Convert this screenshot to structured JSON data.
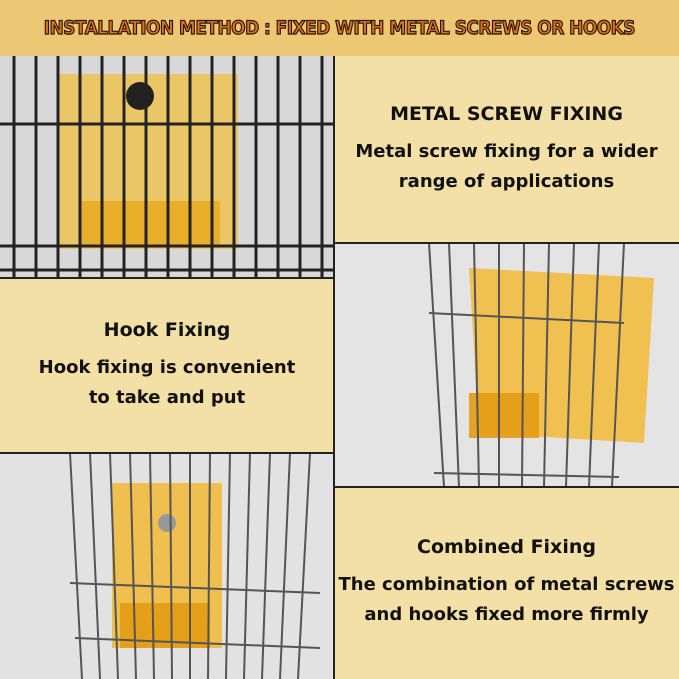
{
  "header": {
    "title": "INSTALLATION METHOD : FIXED WITH METAL SCREWS OR HOOKS"
  },
  "sections": [
    {
      "heading": "METAL SCREW FIXING",
      "lines": [
        "Metal screw fixing for a wider",
        "range of applications"
      ]
    },
    {
      "heading": "Hook Fixing",
      "lines": [
        "Hook fixing is convenient",
        "to take and put"
      ]
    },
    {
      "heading": "Combined Fixing",
      "lines": [
        "The combination of metal screws",
        "and hooks fixed more firmly"
      ]
    }
  ],
  "colors": {
    "header_bg": "#ecc874",
    "title": "#d9731c",
    "panel_bg": "#f3e0a6",
    "box": "#f2b82a"
  }
}
